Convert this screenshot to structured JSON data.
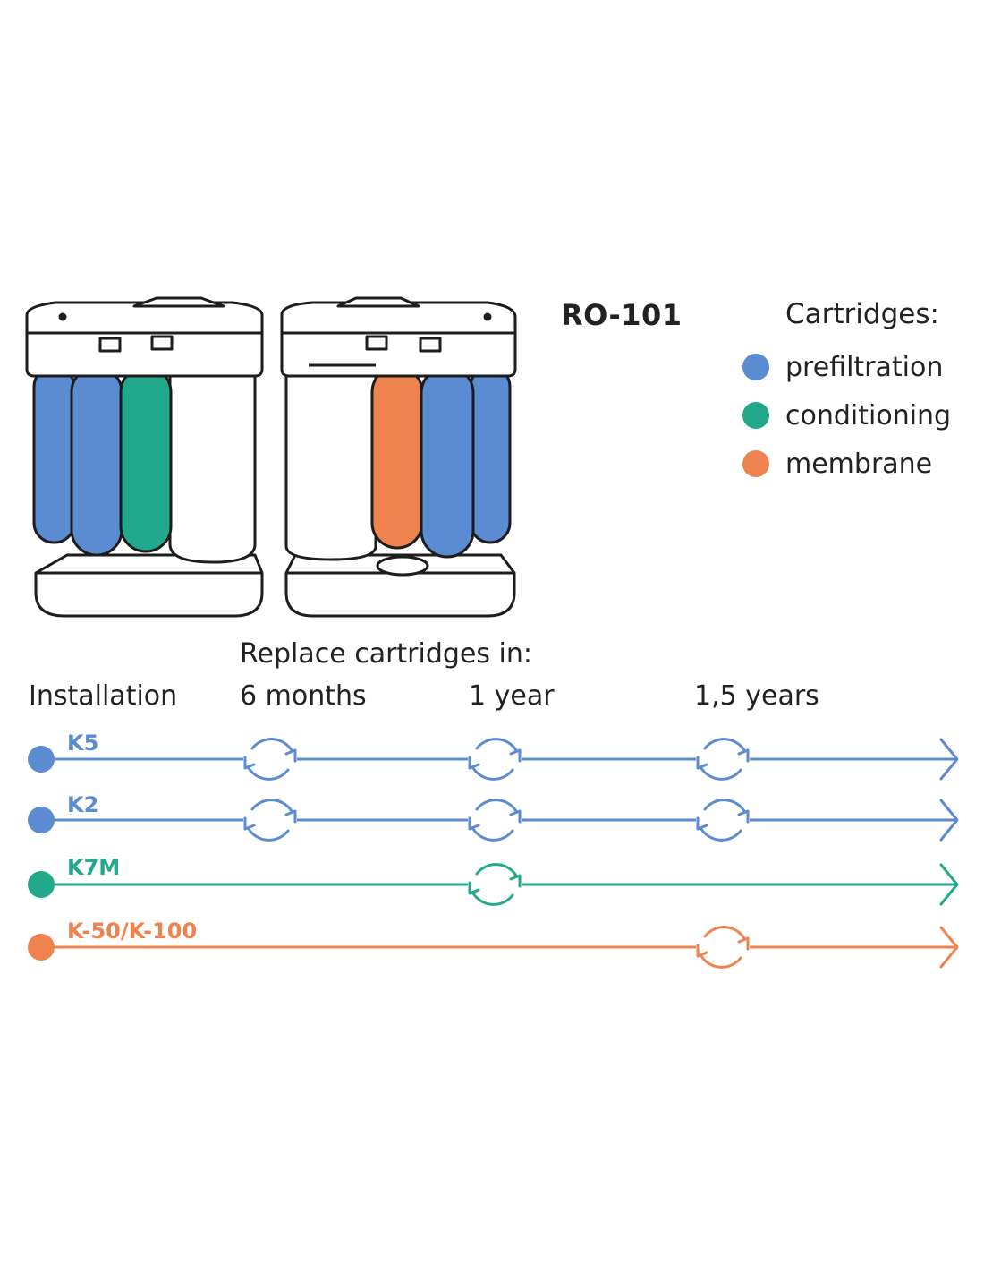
{
  "model": "RO-101",
  "legend": {
    "title": "Cartridges:",
    "items": [
      {
        "label": "prefiltration",
        "color": "#5b8bd0"
      },
      {
        "label": "conditioning",
        "color": "#22a88a"
      },
      {
        "label": "membrane",
        "color": "#ee834f"
      }
    ]
  },
  "timeline": {
    "heading": "Replace cartridges in:",
    "labels": {
      "installation": "Installation",
      "m6": "6 months",
      "y1": "1 year",
      "y15": "1,5 years"
    },
    "cartridges": [
      {
        "name": "K5",
        "color": "#5b8bd0",
        "replace_at": [
          "6 months",
          "1 year",
          "1,5 years"
        ]
      },
      {
        "name": "K2",
        "color": "#5b8bd0",
        "replace_at": [
          "6 months",
          "1 year",
          "1,5 years"
        ]
      },
      {
        "name": "K7M",
        "color": "#22a88a",
        "replace_at": [
          "1 year"
        ]
      },
      {
        "name": "K-50/K-100",
        "color": "#ee834f",
        "replace_at": [
          "1,5 years"
        ]
      }
    ]
  }
}
